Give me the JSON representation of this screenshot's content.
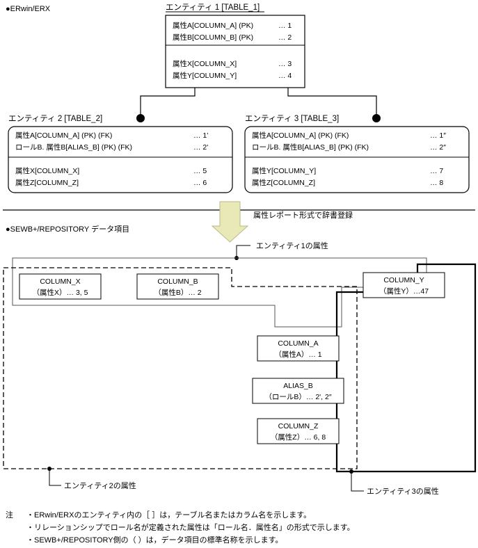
{
  "sections": {
    "erwin_label": "●ERwin/ERX",
    "sewb_label": "●SEWB+/REPOSITORY データ項目",
    "transform_label": "属性レポート形式で辞書登録"
  },
  "entities": [
    {
      "title": "エンティティ 1 [TABLE_1]",
      "key_attributes": [
        {
          "name": "属性A[COLUMN_A] (PK)",
          "ref": "… 1"
        },
        {
          "name": "属性B[COLUMN_B] (PK)",
          "ref": "… 2"
        }
      ],
      "attributes": [
        {
          "name": "属性X[COLUMN_X]",
          "ref": "… 3"
        },
        {
          "name": "属性Y[COLUMN_Y]",
          "ref": "… 4"
        }
      ]
    },
    {
      "title": "エンティティ 2 [TABLE_2]",
      "key_attributes": [
        {
          "name": "属性A[COLUMN_A] (PK) (FK)",
          "ref": "… 1'"
        },
        {
          "name": "ロールB. 属性B[ALIAS_B] (PK) (FK)",
          "ref": "… 2'"
        }
      ],
      "attributes": [
        {
          "name": "属性X[COLUMN_X]",
          "ref": "… 5"
        },
        {
          "name": "属性Z[COLUMN_Z]",
          "ref": "… 6"
        }
      ]
    },
    {
      "title": "エンティティ 3 [TABLE_3]",
      "key_attributes": [
        {
          "name": "属性A[COLUMN_A] (PK) (FK)",
          "ref": "… 1″"
        },
        {
          "name": "ロールB. 属性B[ALIAS_B] (PK) (FK)",
          "ref": "… 2″"
        }
      ],
      "attributes": [
        {
          "name": "属性Y[COLUMN_Y]",
          "ref": "… 7"
        },
        {
          "name": "属性Z[COLUMN_Z]",
          "ref": "… 8"
        }
      ]
    }
  ],
  "data_items": [
    {
      "id": "column-x",
      "name": "COLUMN_X",
      "detail": "（属性X）… 3, 5"
    },
    {
      "id": "column-b",
      "name": "COLUMN_B",
      "detail": "（属性B）… 2"
    },
    {
      "id": "column-y",
      "name": "COLUMN_Y",
      "detail": "（属性Y）…47"
    },
    {
      "id": "column-a",
      "name": "COLUMN_A",
      "detail": "（属性A）… 1"
    },
    {
      "id": "alias-b",
      "name": "ALIAS_B",
      "detail": "（ロールB）… 2', 2″"
    },
    {
      "id": "column-z",
      "name": "COLUMN_Z",
      "detail": "（属性Z）… 6, 8"
    }
  ],
  "group_labels": {
    "entity1": "エンティティ1の属性",
    "entity2": "エンティティ2の属性",
    "entity3": "エンティティ3の属性"
  },
  "notes": {
    "marker": "注",
    "lines": [
      "・ERwin/ERXのエンティティ内の［ ］は，テーブル名またはカラム名を示します。",
      "・リレーションシップでロール名が定義された属性は「ロール名．属性名」の形式で示します。",
      "・SEWB+/REPOSITORY側の（ ）は，データ項目の標準名称を示します。"
    ]
  },
  "colors": {
    "arrow_fill": "#e9e9b7",
    "arrow_stroke": "#b9b98a",
    "line": "#000000"
  }
}
